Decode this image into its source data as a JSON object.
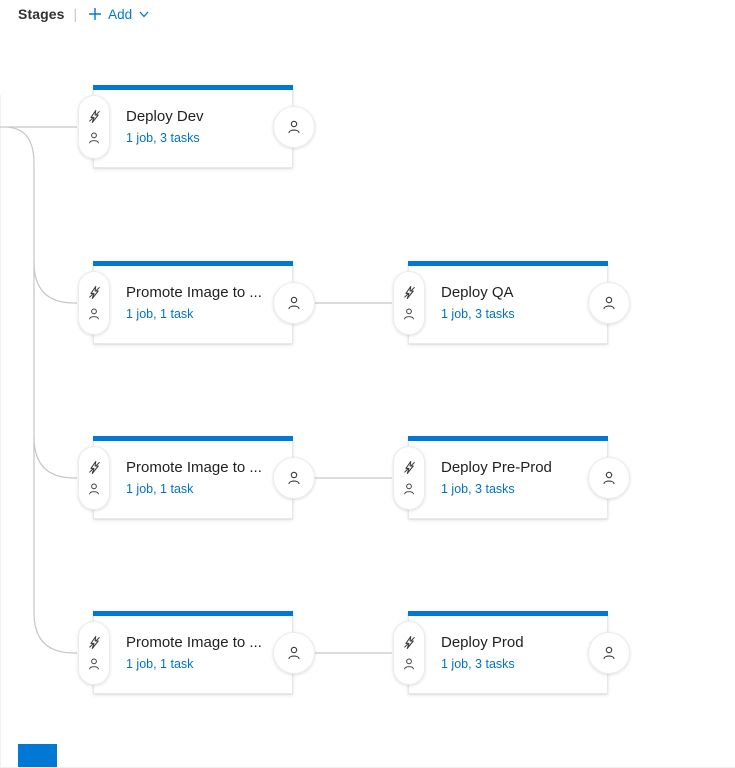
{
  "header": {
    "title": "Stages",
    "separator": "|",
    "add_button": {
      "label": "Add"
    }
  },
  "stages": [
    {
      "name": "Deploy Dev",
      "meta": "1 job, 3 tasks"
    },
    {
      "name": "Promote Image to ...",
      "meta": "1 job, 1 task"
    },
    {
      "name": "Deploy QA",
      "meta": "1 job, 3 tasks"
    },
    {
      "name": "Promote Image to ...",
      "meta": "1 job, 1 task"
    },
    {
      "name": "Deploy Pre-Prod",
      "meta": "1 job, 3 tasks"
    },
    {
      "name": "Promote Image to ...",
      "meta": "1 job, 1 task"
    },
    {
      "name": "Deploy Prod",
      "meta": "1 job, 3 tasks"
    }
  ],
  "icons": {
    "add": "plus-icon",
    "add_expand": "chevron-down-icon",
    "pre_deployment_conditions": "lightning-bolt-icon",
    "approvals": "person-icon"
  },
  "colors": {
    "accent_blue": "#0078d4",
    "link_blue": "#0072c6",
    "title_text": "#201f1e",
    "header_text": "#323130",
    "connector_gray": "#c6c6c6",
    "card_border": "#e8e8e8"
  }
}
